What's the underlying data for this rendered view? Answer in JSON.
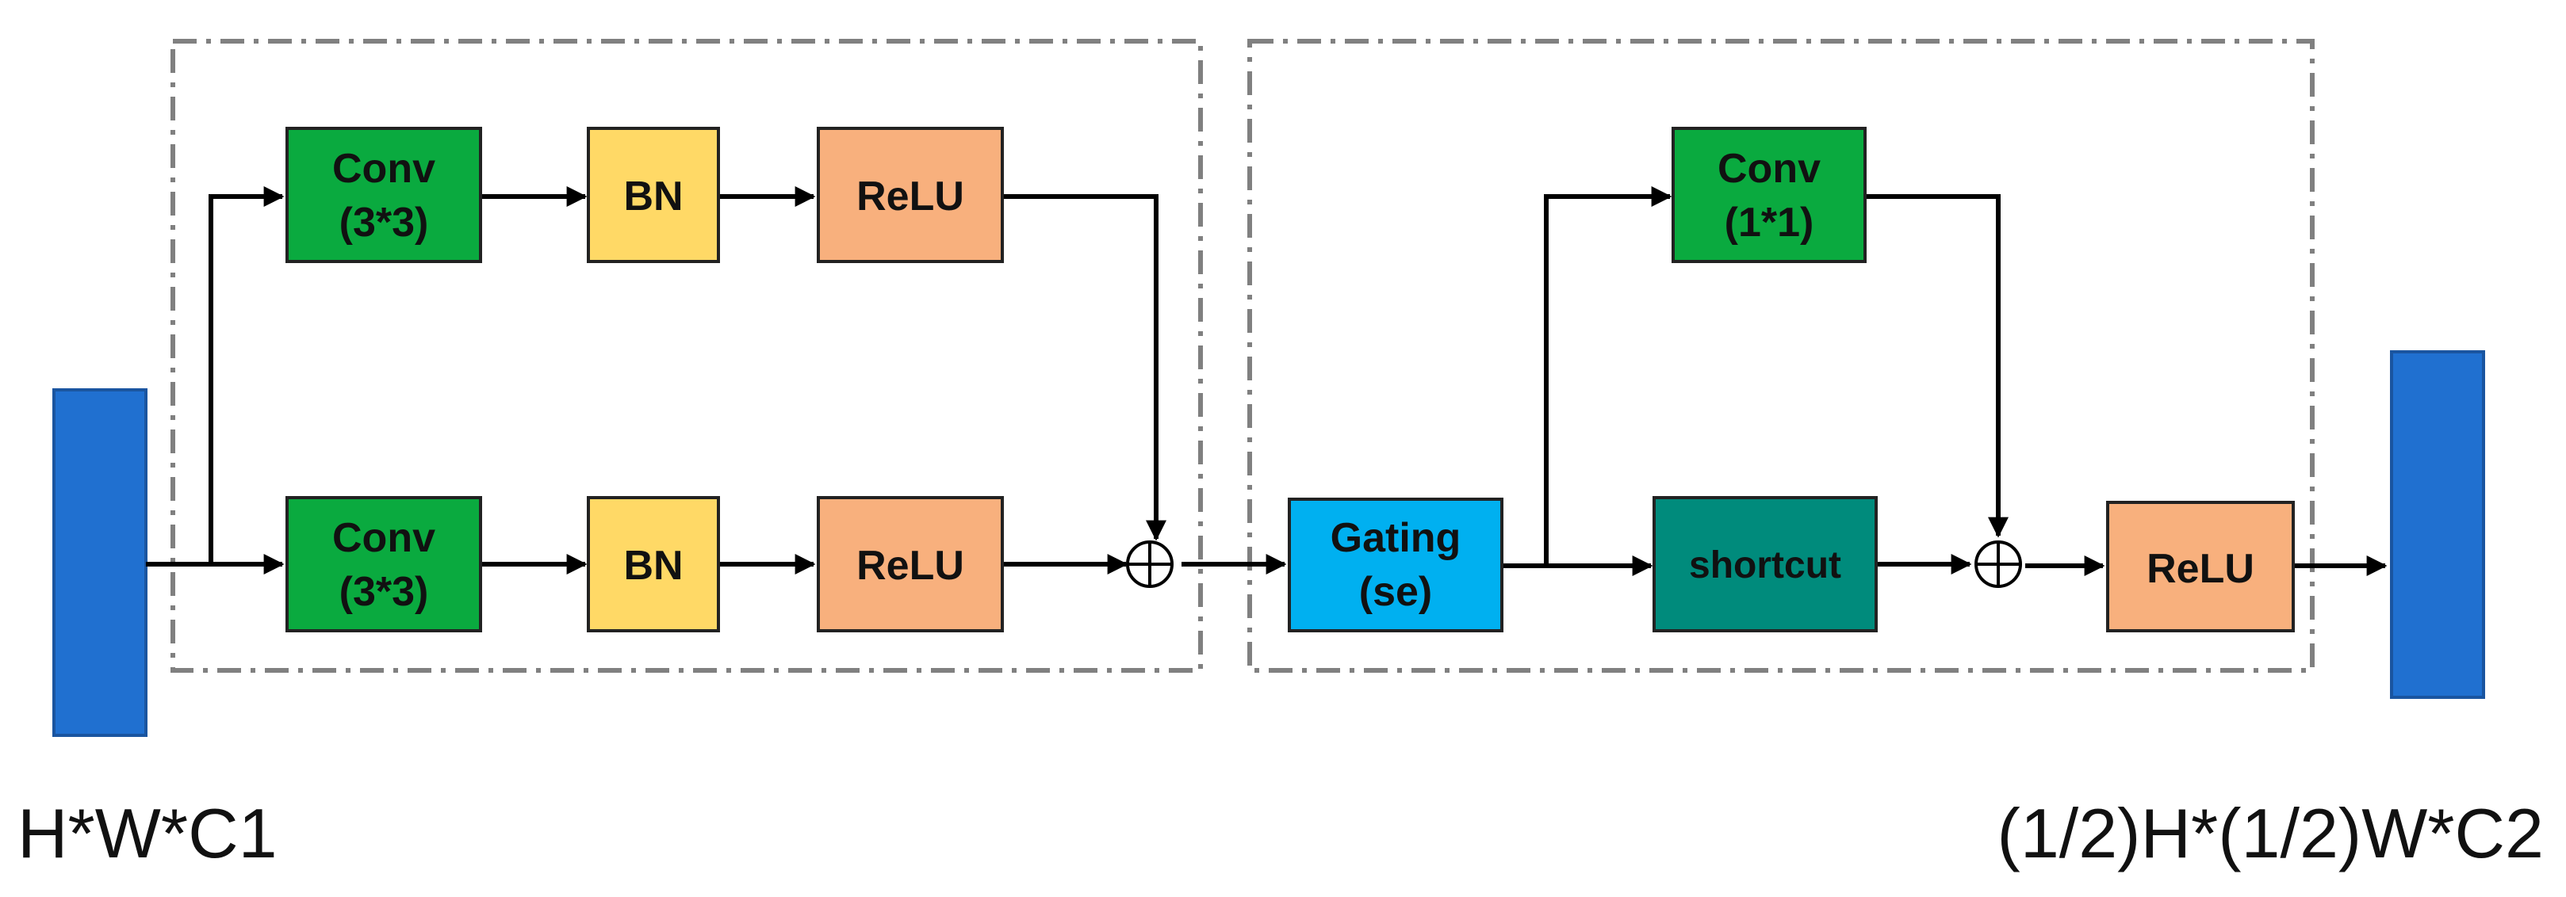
{
  "colors": {
    "conv": "#0aaa3f",
    "bn": "#ffd966",
    "relu": "#f8b07d",
    "gating": "#00b0f0",
    "shortcut": "#008b7c",
    "tensor": "#2070d0"
  },
  "left_module": {
    "top_branch": {
      "conv": {
        "line1": "Conv",
        "line2": "(3*3)"
      },
      "bn": "BN",
      "relu": "ReLU"
    },
    "bottom_branch": {
      "conv": {
        "line1": "Conv",
        "line2": "(3*3)"
      },
      "bn": "BN",
      "relu": "ReLU"
    },
    "sum_symbol": "⊕"
  },
  "right_module": {
    "gating": {
      "line1": "Gating",
      "line2": "(se)"
    },
    "conv": {
      "line1": "Conv",
      "line2": "(1*1)"
    },
    "shortcut": "shortcut",
    "sum_symbol": "⊕",
    "relu": "ReLU"
  },
  "input": {
    "label": "H*W*C1"
  },
  "output": {
    "label": "(1/2)H*(1/2)W*C2"
  }
}
